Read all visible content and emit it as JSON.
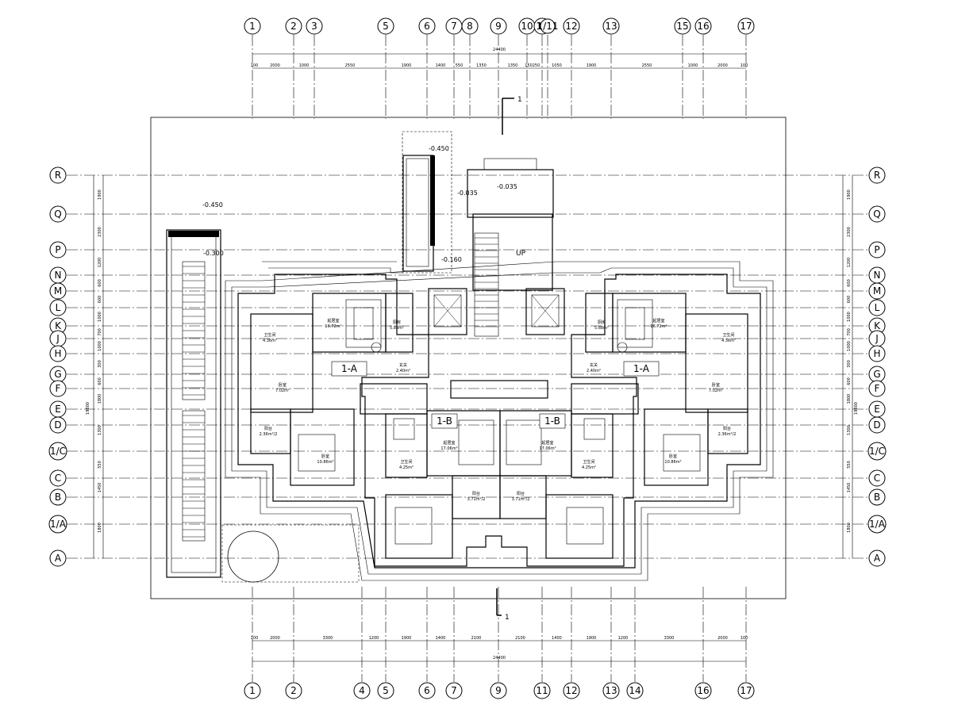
{
  "axes": {
    "top": [
      "1",
      "2",
      "3",
      "5",
      "6",
      "7",
      "8",
      "9",
      "10",
      "11",
      "1/11",
      "12",
      "13",
      "15",
      "16",
      "17"
    ],
    "bottom": [
      "1",
      "2",
      "4",
      "5",
      "6",
      "7",
      "9",
      "11",
      "12",
      "13",
      "14",
      "16",
      "17"
    ],
    "left": [
      "R",
      "Q",
      "P",
      "N",
      "M",
      "L",
      "K",
      "J",
      "H",
      "G",
      "F",
      "E",
      "D",
      "1/C",
      "C",
      "B",
      "1/A",
      "A"
    ],
    "right": [
      "R",
      "Q",
      "P",
      "N",
      "M",
      "L",
      "K",
      "J",
      "H",
      "G",
      "F",
      "E",
      "D",
      "1/C",
      "C",
      "B",
      "1/A",
      "A"
    ]
  },
  "dimensions": {
    "top_total": "24400",
    "top_segments": [
      "100",
      "2000",
      "1000",
      "2550",
      "1900",
      "1400",
      "550",
      "1350",
      "1350",
      "150",
      "250",
      "1050",
      "1900",
      "2550",
      "1000",
      "2000",
      "100"
    ],
    "bottom_total": "24400",
    "bottom_segments": [
      "100",
      "2000",
      "3300",
      "1200",
      "1900",
      "1400",
      "2100",
      "2100",
      "1400",
      "1900",
      "1200",
      "3300",
      "2000",
      "100"
    ],
    "left_segments": [
      "1900",
      "2300",
      "1200",
      "600",
      "600",
      "1000",
      "700",
      "1000",
      "300",
      "600",
      "1800",
      "1300",
      "550",
      "1450",
      "1800"
    ],
    "right_segments": [
      "1900",
      "2300",
      "1200",
      "600",
      "600",
      "1000",
      "700",
      "1000",
      "300",
      "600",
      "1800",
      "1300",
      "550",
      "1450",
      "1800"
    ],
    "left_total": "19800",
    "right_total": "19800"
  },
  "unit_labels": [
    "1-A",
    "1-B",
    "1-B",
    "1-A"
  ],
  "rooms": [
    {
      "name": "起居室",
      "area": "16.72m²"
    },
    {
      "name": "厨房",
      "area": "5.88m²"
    },
    {
      "name": "卫生间",
      "area": "4.36m²"
    },
    {
      "name": "卧室",
      "area": "7.02m²"
    },
    {
      "name": "阳台",
      "area": "2.36m²/2"
    },
    {
      "name": "卧室",
      "area": "10.86m²"
    },
    {
      "name": "玄关",
      "area": "2.40m²"
    },
    {
      "name": "起居室",
      "area": "17.06m²"
    },
    {
      "name": "卫生间",
      "area": "4.25m²"
    },
    {
      "name": "阳台",
      "area": "3.71m²/2"
    },
    {
      "name": "起居室",
      "area": "16.72m²"
    },
    {
      "name": "厨房",
      "area": "5.88m²"
    },
    {
      "name": "卫生间",
      "area": "4.36m²"
    },
    {
      "name": "卧室",
      "area": "7.02m²"
    },
    {
      "name": "阳台",
      "area": "2.36m²/2"
    },
    {
      "name": "卧室",
      "area": "10.86m²"
    },
    {
      "name": "玄关",
      "area": "2.40m²"
    },
    {
      "name": "起居室",
      "area": "17.06m²"
    },
    {
      "name": "卫生间",
      "area": "4.25m²"
    },
    {
      "name": "阳台",
      "area": "3.71m²/2"
    }
  ],
  "elevations": [
    "-0.450",
    "-0.035",
    "-0.035",
    "-0.160",
    "-0.450",
    "-0.300"
  ],
  "section_mark": "1",
  "stair_label": "UP"
}
